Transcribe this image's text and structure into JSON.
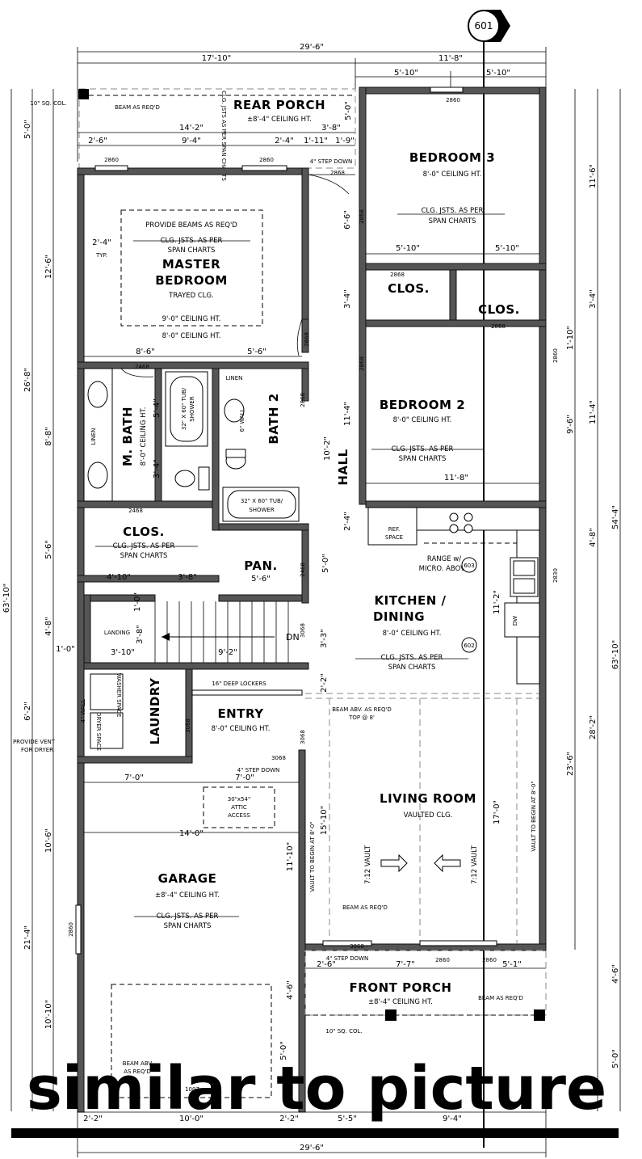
{
  "section_marker": "601",
  "dimensions": {
    "top_overall": "29'-6\"",
    "top_left": "17'-10\"",
    "top_right": "11'-8\"",
    "top_right_a": "5'-10\"",
    "top_right_b": "5'-10\"",
    "porch_span": "14'-2\"",
    "porch_a": "2'-6\"",
    "porch_b": "9'-4\"",
    "porch_c": "2'-4\"",
    "porch_d": "3'-8\"",
    "porch_e": "1'-11\"",
    "porch_f": "1'-9\"",
    "left_rear_porch": "5'-0\"",
    "left_master": "12'-6\"",
    "left_bath": "8'-8\"",
    "left_clos": "5'-6\"",
    "left_stair": "4'-8\"",
    "left_upper_total": "26'-8\"",
    "left_laundry": "6'-2\"",
    "left_garage_upper": "10'-6\"",
    "left_garage_total": "21'-4\"",
    "left_garage_lower": "10'-10\"",
    "left_overall": "63'-10\"",
    "right_bed3": "11'-6\"",
    "right_clos": "3'-4\"",
    "right_bed2": "11'-4\"",
    "right_kitchen": "4'-8\"",
    "right_living": "28'-2\"",
    "right_front_porch": "4'-6\"",
    "right_bottom": "5'-0\"",
    "right_upper": "54'-4\"",
    "right_overall": "63'-10\"",
    "bed3_vert": "5'-0\"",
    "bed3_hall": "6'-6\"",
    "bed3_width_a": "5'-10\"",
    "bed3_width_b": "5'-10\"",
    "clos_side": "3'-4\"",
    "bed2_side_a": "1'-10\"",
    "bed2_left": "11'-4\"",
    "bed2_right": "9'-6\"",
    "bed2_width": "11'-8\"",
    "hall_ht": "10'-2\"",
    "kitchen_2_4": "2'-4\"",
    "kitchen_11_2": "11'-2\"",
    "master_a": "8'-6\"",
    "master_b": "5'-6\"",
    "master_typ_dim": "2'-4\"",
    "master_typ": "TYP.",
    "mbath_5_4": "5'-4\"",
    "mbath_3_4": "3'-4\"",
    "clos_4_10": "4'-10\"",
    "clos_3_8": "3'-8\"",
    "pan_5_6": "5'-6\"",
    "pan_5_0": "5'-0\"",
    "stair_1_0": "1'-0\"",
    "stair_3_8": "3'-8\"",
    "stair_3_10": "3'-10\"",
    "stair_9_2": "9'-2\"",
    "stair_3_3": "3'-3\"",
    "stair_left_1_0": "1'-0\"",
    "entry_2_2": "2'-2\"",
    "garage_7_0a": "7'-0\"",
    "garage_7_0b": "7'-0\"",
    "garage_14_0": "14'-0\"",
    "garage_11_10": "11'-10\"",
    "living_15_10": "15'-10\"",
    "living_17_0": "17'-0\"",
    "living_23_6": "23'-6\"",
    "front_porch_2_6": "2'-6\"",
    "front_porch_7_7": "7'-7\"",
    "front_porch_5_1": "5'-1\"",
    "front_porch_4_6": "4'-6\"",
    "garage_5_0": "5'-0\"",
    "bottom_2_2a": "2'-2\"",
    "bottom_10_0": "10'-0\"",
    "bottom_2_2b": "2'-2\"",
    "bottom_5_5": "5'-5\"",
    "bottom_9_4": "9'-4\"",
    "bottom_overall": "29'-6\""
  },
  "rooms": {
    "rear_porch": {
      "name": "REAR PORCH",
      "ceiling": "±8'-4\" CEILING HT."
    },
    "bedroom3": {
      "name": "BEDROOM 3",
      "ceiling": "8'-0\" CEILING HT.",
      "joists": "CLG. JSTS. AS PER",
      "joists2": "SPAN CHARTS"
    },
    "master": {
      "name1": "MASTER",
      "name2": "BEDROOM",
      "trayed": "TRAYED CLG.",
      "ceiling_a": "9'-0\" CEILING HT.",
      "ceiling_b": "8'-0\" CEILING HT.",
      "beams": "PROVIDE BEAMS AS REQ'D",
      "joists": "CLG. JSTS. AS PER",
      "joists2": "SPAN CHARTS"
    },
    "clos_a": {
      "name": "CLOS."
    },
    "clos_b": {
      "name": "CLOS."
    },
    "bedroom2": {
      "name": "BEDROOM 2",
      "ceiling": "8'-0\" CEILING HT.",
      "joists": "CLG. JSTS. AS PER",
      "joists2": "SPAN CHARTS"
    },
    "mbath": {
      "name": "M. BATH",
      "ceiling": "8'-0\" CEILING HT."
    },
    "bath2": {
      "name": "BATH 2"
    },
    "hall": {
      "name": "HALL"
    },
    "clos_main": {
      "name": "CLOS.",
      "joists": "CLG. JSTS. AS PER",
      "joists2": "SPAN CHARTS"
    },
    "pan": {
      "name": "PAN."
    },
    "kitchen": {
      "name1": "KITCHEN /",
      "name2": "DINING",
      "ceiling": "8'-0\" CEILING HT.",
      "joists": "CLG. JSTS. AS PER",
      "joists2": "SPAN CHARTS"
    },
    "laundry": {
      "name": "LAUNDRY"
    },
    "entry": {
      "name": "ENTRY",
      "ceiling": "8'-0\" CEILING HT."
    },
    "living": {
      "name": "LIVING ROOM",
      "ceiling": "VAULTED CLG."
    },
    "garage": {
      "name": "GARAGE",
      "ceiling": "±8'-4\" CEILING HT.",
      "joists": "CLG. JSTS. AS PER",
      "joists2": "SPAN CHARTS"
    },
    "front_porch": {
      "name": "FRONT PORCH",
      "ceiling": "±8'-4\" CEILING HT."
    }
  },
  "notes": {
    "sq_col_top": "10\" SQ. COL.",
    "beam_req_top": "BEAM AS REQ'D",
    "step_down_rear": "4\" STEP DOWN",
    "jsts_porch": "CLG. JSTS AS PER SPAN CHARTS",
    "linen_a": "LINEN",
    "linen_b": "LINEN",
    "tub_a": "32\" X 60\" TUB/",
    "tub_a2": "SHOWER",
    "tub_b": "32\" X 60\" TUB/",
    "tub_b2": "SHOWER",
    "wall_6": "6\" WALL",
    "ref_space": "REF.",
    "ref_space2": "SPACE",
    "range": "RANGE w/",
    "range2": "MICRO. ABOVE",
    "tag_603": "603",
    "tag_602": "602",
    "dw": "DW",
    "landing": "LANDING",
    "dn": "DN",
    "lockers": "16\" DEEP LOCKERS",
    "washer": "WASHER SPACE",
    "dryer": "DRYER SPACE",
    "vent": "PROVIDE VENT",
    "vent2": "FOR DRYER",
    "wall_4": "4\" WALL",
    "beam_abv": "BEAM ABV. AS REQ'D",
    "beam_abv2": "TOP @ 8'",
    "step_down_garage": "4\" STEP DOWN",
    "attic": "30\"x54\"",
    "attic2": "ATTIC",
    "attic3": "ACCESS",
    "vault_left": "VAULT TO BEGIN AT 8'-0\"",
    "vault_right": "VAULT TO BEGIN AT 8'-0\"",
    "vault_712a": "7:12 VAULT",
    "vault_712b": "7:12 VAULT",
    "beam_req_living": "BEAM AS REQ'D",
    "step_down_front": "4\" STEP DOWN",
    "beam_req_front": "BEAM AS REQ'D",
    "sq_col_front": "10\" SQ. COL.",
    "beam_abv_garage": "BEAM ABV",
    "beam_abv_garage2": "AS REQ'D",
    "door_1007": "1007"
  },
  "doors": {
    "d2860a": "2860",
    "d2860b": "2860",
    "d2860c": "2860",
    "d2868a": "2868",
    "d2868b": "2868",
    "d2868c": "2868",
    "d2868d": "2868",
    "d2868e": "2868",
    "d2860e": "2860",
    "d2468a": "2468",
    "d2868f": "2868",
    "d2468b": "2468",
    "d2468c": "2468",
    "d2830": "2830",
    "d3068a": "3068",
    "d3068b": "3068",
    "d3068c": "3068",
    "d3068d": "3068",
    "d3068e": "3068",
    "d2860f": "2860",
    "d2860g": "2860",
    "d2860h": "2860"
  },
  "watermark": "similar to picture"
}
